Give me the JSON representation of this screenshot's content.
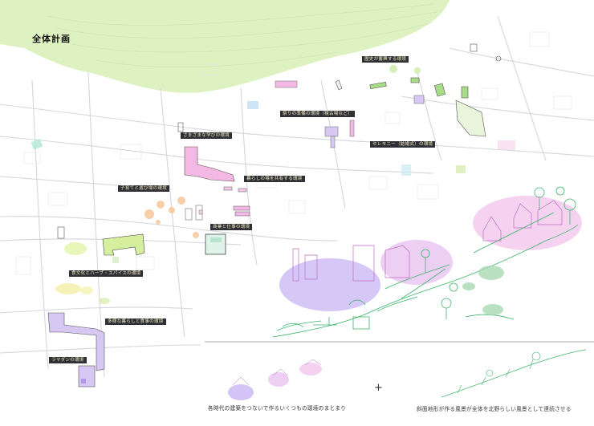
{
  "title": "全体計画",
  "labels": {
    "history": "歴史が奮興する環境",
    "festival": "祭りの準備の環境（稽古場など）",
    "learning": "さまざまな学びの環境",
    "ceremony": "セレモニー（結婚式）の環境",
    "sharing": "暮らしの場を共有する環境",
    "childcare": "子育てと遊び場の環境",
    "commerce": "商業と仕事の環境",
    "food": "食文化とハーブ・スパイスの環境",
    "diverse": "多様な暮らしと食事の環境",
    "ramadan": "ラマダンの環境"
  },
  "captions": {
    "left": "各時代の建築をつないで作るいくつもの環境のまとまり",
    "plus": "+",
    "right": "斜面地形が作る風景が全体を北野らしい風景として連続させる"
  },
  "colors": {
    "green": "#d6efb3",
    "pink": "#f3b8e4",
    "purple": "#c3b0f0",
    "orange": "#f6c89a",
    "yellow": "#f4ee9a",
    "teal": "#8fd6c4",
    "label_bg": "#2f3035",
    "label_text": "#f2e9c4"
  }
}
